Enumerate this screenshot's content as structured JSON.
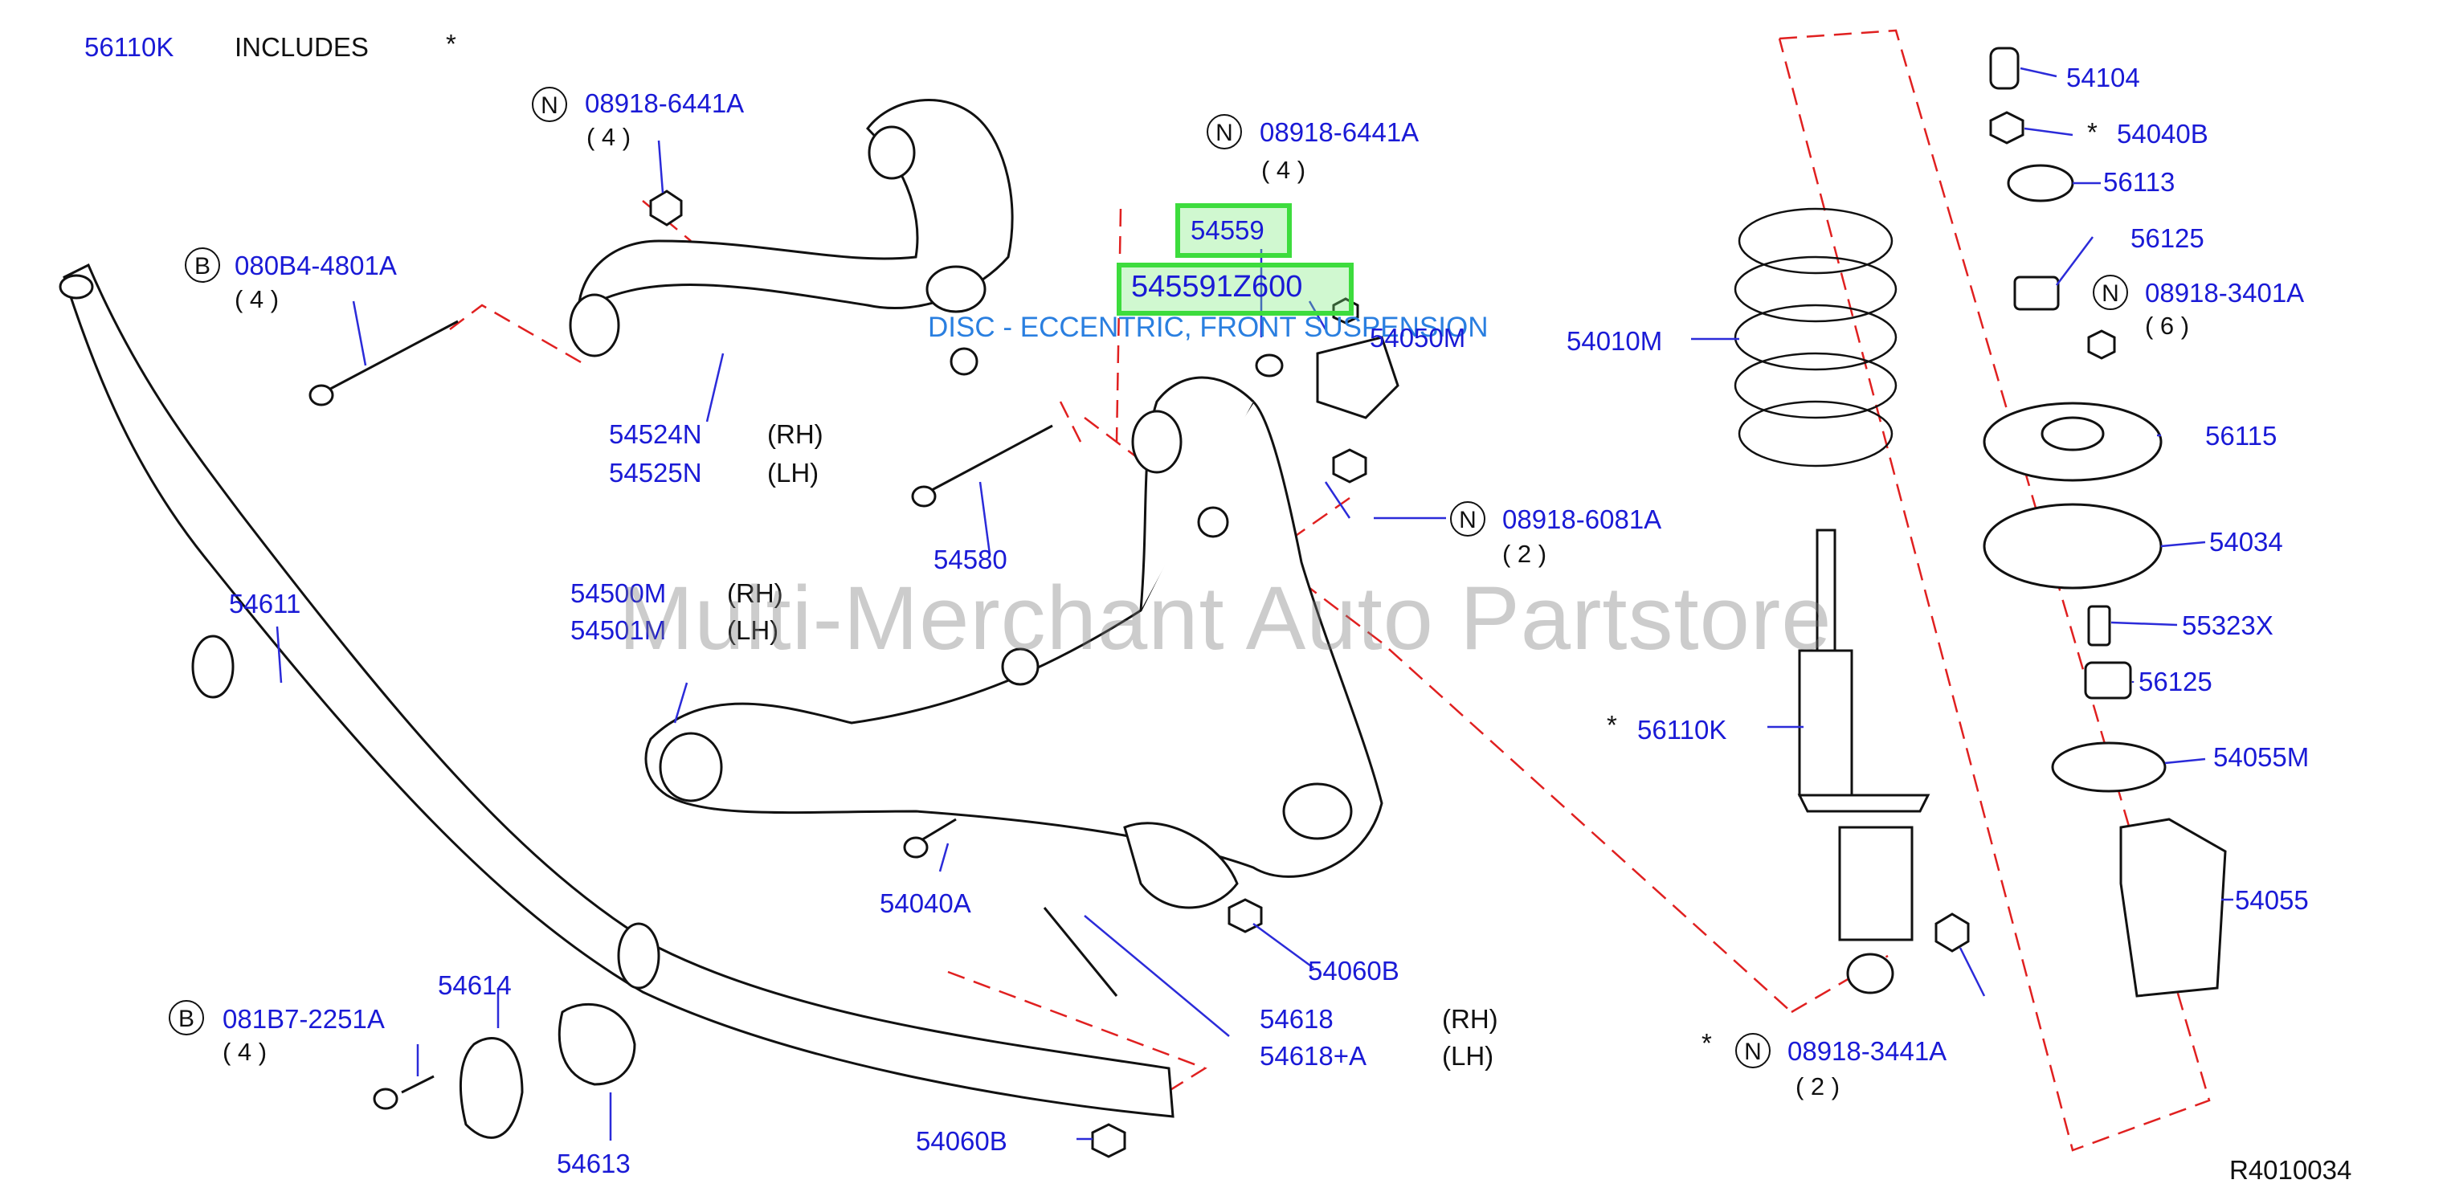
{
  "header": {
    "part_no": "56110K",
    "includes_label": "INCLUDES",
    "asterisk": "*"
  },
  "watermark": "Multi-Merchant Auto Partstore",
  "diagram_code": "R4010034",
  "colors": {
    "part_number": "#1a1ad6",
    "highlight": "#3ddc3d",
    "dashed_line": "#e02020",
    "description": "#2a7fe0"
  },
  "highlighted": {
    "part_no": "54559",
    "full_part_no": "545591Z600",
    "description": "DISC - ECCENTRIC, FRONT SUSPENSION"
  },
  "labels": {
    "n_08918_6441a_left": "08918-6441A",
    "n_08918_6441a_left_qty": "( 4 )",
    "n_08918_6441a_right": "08918-6441A",
    "n_08918_6441a_right_qty": "( 4 )",
    "b_080b4_4801a": "080B4-4801A",
    "b_080b4_4801a_qty": "( 4 )",
    "p_54050m": "54050M",
    "p_54524n": "54524N",
    "p_54524n_side": "(RH)",
    "p_54525n": "54525N",
    "p_54525n_side": "(LH)",
    "p_54580": "54580",
    "n_08918_6081a": "08918-6081A",
    "n_08918_6081a_qty": "( 2 )",
    "p_54500m": "54500M",
    "p_54500m_side": "(RH)",
    "p_54501m": "54501M",
    "p_54501m_side": "(LH)",
    "p_54611": "54611",
    "p_54040a": "54040A",
    "p_54060b_mid": "54060B",
    "p_54618": "54618",
    "p_54618_side": "(RH)",
    "p_54618a": "54618+A",
    "p_54618a_side": "(LH)",
    "b_081b7_2251a": "081B7-2251A",
    "b_081b7_2251a_qty": "( 4 )",
    "p_54614": "54614",
    "p_54613": "54613",
    "p_54060b_bottom": "54060B",
    "p_54010m": "54010M",
    "p_56110k": "56110K",
    "p_56110k_star": "*",
    "n_08918_3441a": "08918-3441A",
    "n_08918_3441a_qty": "( 2 )",
    "n_08918_3441a_star": "*",
    "p_54104": "54104",
    "p_54040b": "54040B",
    "p_54040b_star": "*",
    "p_56113": "56113",
    "p_56125_top": "56125",
    "n_08918_3401a": "08918-3401A",
    "n_08918_3401a_qty": "( 6 )",
    "p_56115": "56115",
    "p_54034": "54034",
    "p_55323x": "55323X",
    "p_56125_bottom": "56125",
    "p_54055m": "54055M",
    "p_54055": "54055"
  },
  "markers": {
    "n": "N",
    "b": "B"
  }
}
